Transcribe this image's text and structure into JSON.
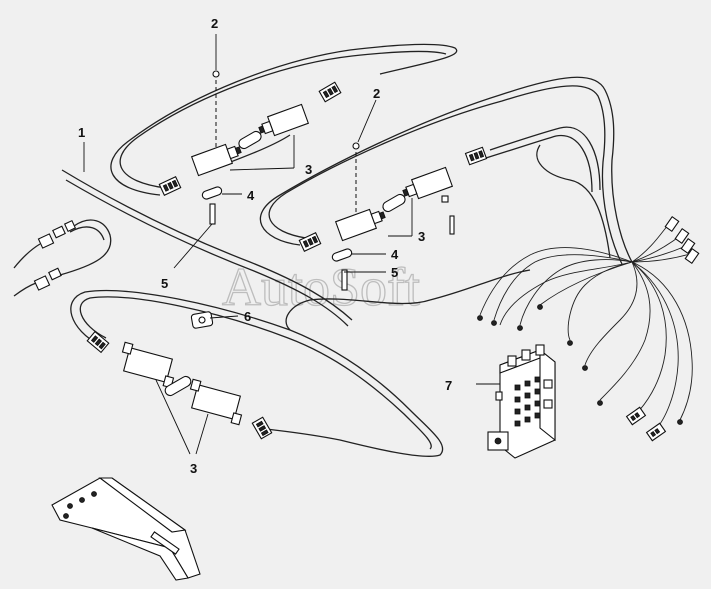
{
  "watermark": "AutoSoft",
  "callouts": {
    "c1": "1",
    "c2a": "2",
    "c2b": "2",
    "c3a": "3",
    "c3b": "3",
    "c3c": "3",
    "c4a": "4",
    "c4b": "4",
    "c5a": "5",
    "c5b": "5",
    "c6": "6",
    "c7": "7"
  }
}
